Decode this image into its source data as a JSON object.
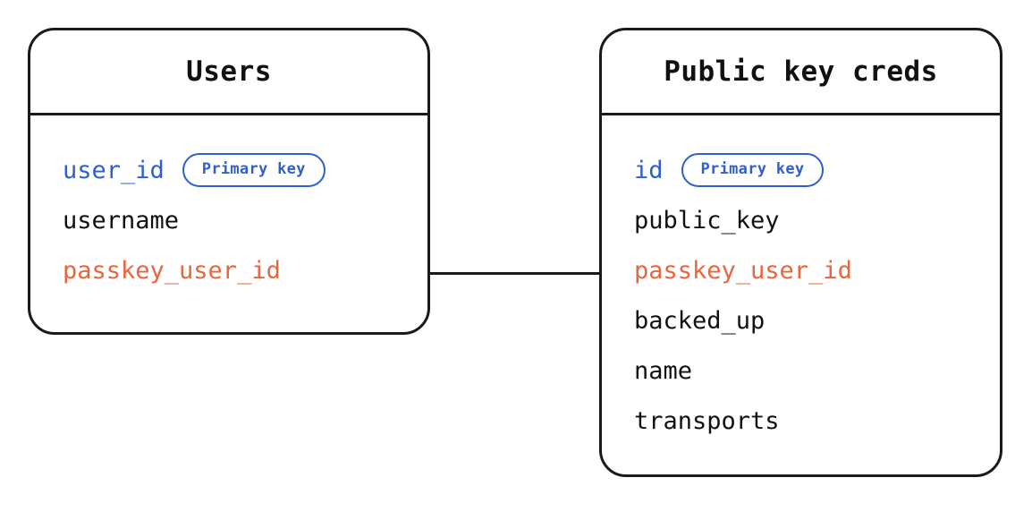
{
  "diagram": {
    "type": "entity-relationship-diagram",
    "background_color": "#ffffff",
    "colors": {
      "primary_key": "#2e5fd0",
      "foreign_key": "#e8663e",
      "text": "#111111",
      "border": "#1a1a1a"
    },
    "entities": [
      {
        "id": "users",
        "title": "Users",
        "fields": [
          {
            "name": "user_id",
            "role": "pk",
            "badge": "Primary key"
          },
          {
            "name": "username",
            "role": "plain",
            "badge": null
          },
          {
            "name": "passkey_user_id",
            "role": "fk",
            "badge": null
          }
        ]
      },
      {
        "id": "public-key-creds",
        "title": "Public key creds",
        "fields": [
          {
            "name": "id",
            "role": "pk",
            "badge": "Primary key"
          },
          {
            "name": "public_key",
            "role": "plain",
            "badge": null
          },
          {
            "name": "passkey_user_id",
            "role": "fk",
            "badge": null
          },
          {
            "name": "backed_up",
            "role": "plain",
            "badge": null
          },
          {
            "name": "name",
            "role": "plain",
            "badge": null
          },
          {
            "name": "transports",
            "role": "plain",
            "badge": null
          }
        ]
      }
    ],
    "relationships": [
      {
        "from_entity": "users",
        "from_field": "passkey_user_id",
        "to_entity": "public-key-creds",
        "to_field": "passkey_user_id",
        "style": "straight-line"
      }
    ]
  }
}
